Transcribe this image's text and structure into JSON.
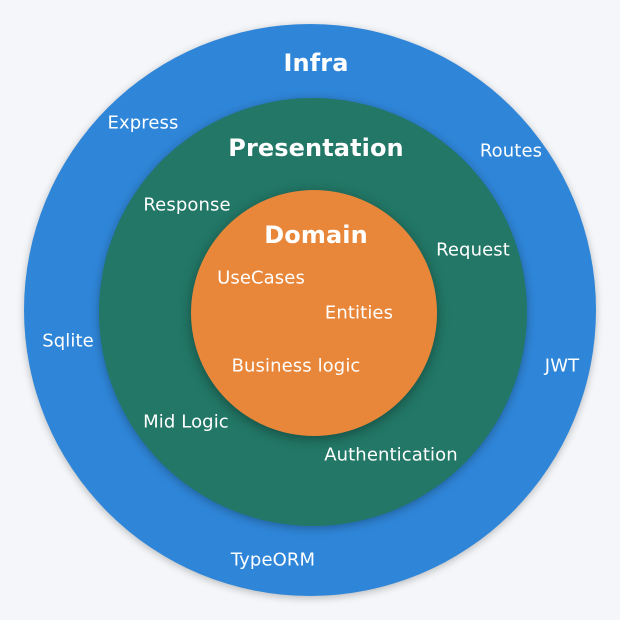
{
  "colors": {
    "background": "#f4f6f9",
    "infra": "#2f86d9",
    "presentation": "#227766",
    "domain": "#e8863a",
    "text": "#ffffff"
  },
  "layers": {
    "infra": {
      "title": "Infra",
      "items": [
        "Express",
        "Routes",
        "Sqlite",
        "JWT",
        "TypeORM"
      ]
    },
    "presentation": {
      "title": "Presentation",
      "items": [
        "Response",
        "Request",
        "Mid Logic",
        "Authentication"
      ]
    },
    "domain": {
      "title": "Domain",
      "items": [
        "UseCases",
        "Entities",
        "Business logic"
      ]
    }
  }
}
